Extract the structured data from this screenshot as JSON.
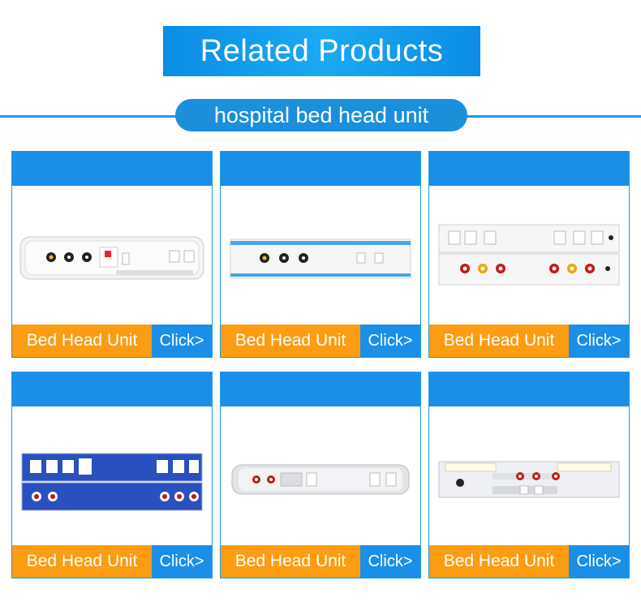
{
  "header": {
    "title": "Related Products",
    "subtitle": "hospital bed head unit"
  },
  "colors": {
    "blue": "#1b8fe8",
    "orange": "#fb9c12"
  },
  "cards": [
    {
      "name": "Bed Head Unit",
      "cta": "Click>",
      "variant": "white-rounded"
    },
    {
      "name": "Bed Head Unit",
      "cta": "Click>",
      "variant": "white-blue-stripe"
    },
    {
      "name": "Bed Head Unit",
      "cta": "Click>",
      "variant": "white-double-rail"
    },
    {
      "name": "Bed Head Unit",
      "cta": "Click>",
      "variant": "blue-double-rail"
    },
    {
      "name": "Bed Head Unit",
      "cta": "Click>",
      "variant": "grey-rounded"
    },
    {
      "name": "Bed Head Unit",
      "cta": "Click>",
      "variant": "white-light-rail"
    }
  ]
}
